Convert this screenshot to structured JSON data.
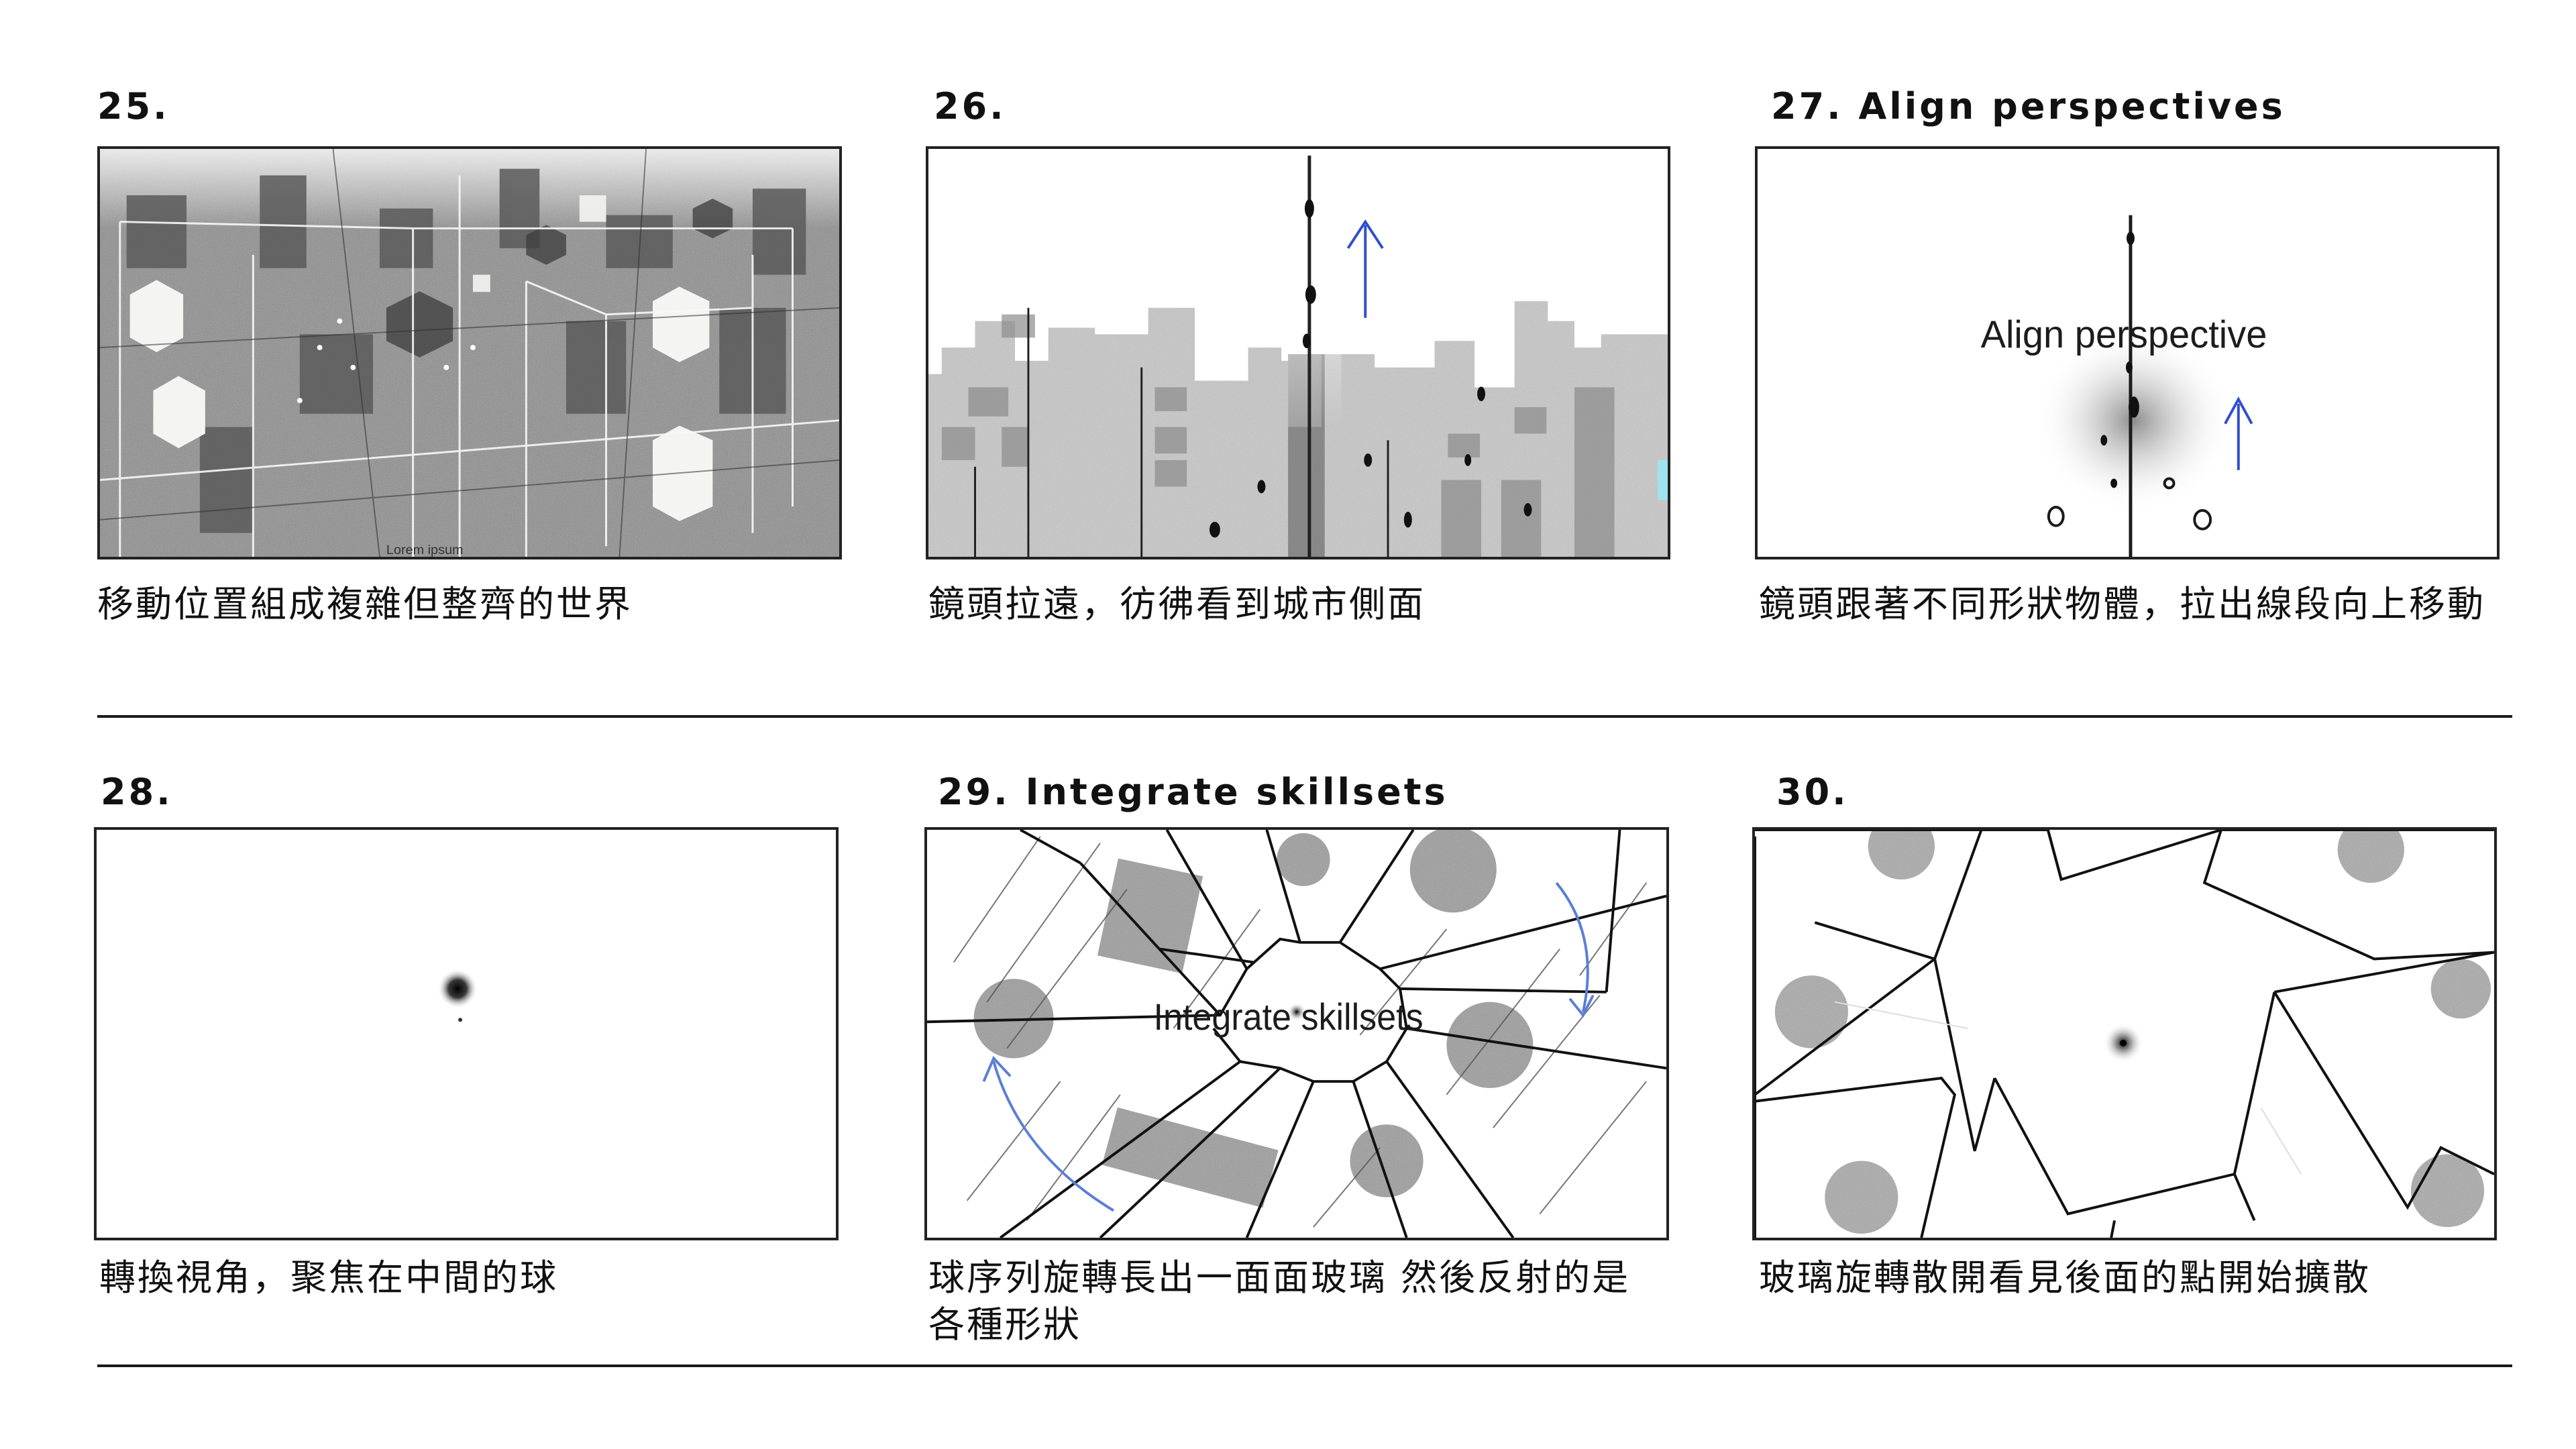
{
  "panels": [
    {
      "title": "25.",
      "overlay": "Lorem ipsum",
      "caption": "移動位置組成複雜但整齊的世界"
    },
    {
      "title": "26.",
      "caption": "鏡頭拉遠，彷彿看到城市側面"
    },
    {
      "title": "27. Align perspectives",
      "overlay": "Align perspective",
      "caption": "鏡頭跟著不同形狀物體，拉出線段向上移動"
    },
    {
      "title": "28.",
      "caption": "轉換視角，聚焦在中間的球"
    },
    {
      "title": "29. Integrate skillsets",
      "overlay": "Integrate skillsets",
      "caption": "球序列旋轉長出一面面玻璃 然後反射的是各種形狀"
    },
    {
      "title": "30.",
      "caption": "玻璃旋轉散開看見後面的點開始擴散"
    }
  ],
  "colors": {
    "arrow": "#2f4fd0",
    "curve_arrow": "#5b7fd6",
    "ink": "#111111"
  }
}
